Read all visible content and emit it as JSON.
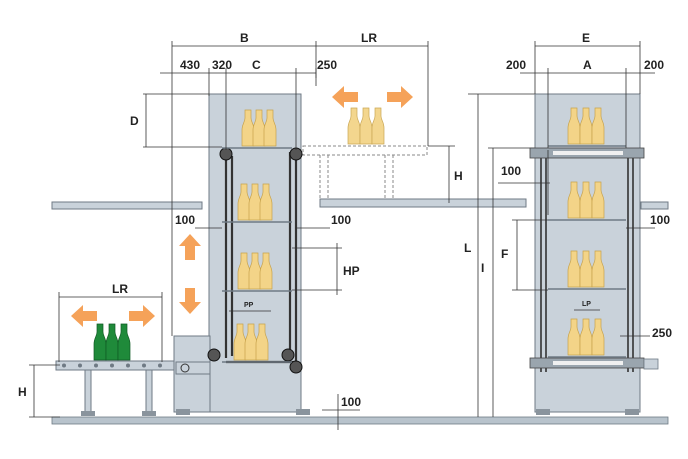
{
  "diagram": {
    "colors": {
      "frame": "#c9d2da",
      "frame_stroke": "#6f7a84",
      "floor": "#b8c3cc",
      "bottle_amber": "#f3d488",
      "bottle_green": "#1f8a3a",
      "arrow": "#f5a259",
      "chain": "#333333"
    },
    "side_view": {
      "dim_B": "B",
      "dim_430": "430",
      "dim_320": "320",
      "dim_C": "C",
      "dim_250": "250",
      "dim_LR_top": "LR",
      "dim_D": "D",
      "dim_H_top": "H",
      "dim_100_left": "100",
      "dim_100_right": "100",
      "dim_HP": "HP",
      "dim_PP": "PP",
      "dim_LR_bottom": "LR",
      "dim_H_bottom": "H",
      "dim_100_floor": "100",
      "dim_L": "L",
      "dim_I": "I"
    },
    "front_view": {
      "dim_E": "E",
      "dim_200_left": "200",
      "dim_A": "A",
      "dim_200_right": "200",
      "dim_100_upper": "100",
      "dim_F": "F",
      "dim_100_right": "100",
      "dim_LP": "LP",
      "dim_250": "250"
    }
  }
}
